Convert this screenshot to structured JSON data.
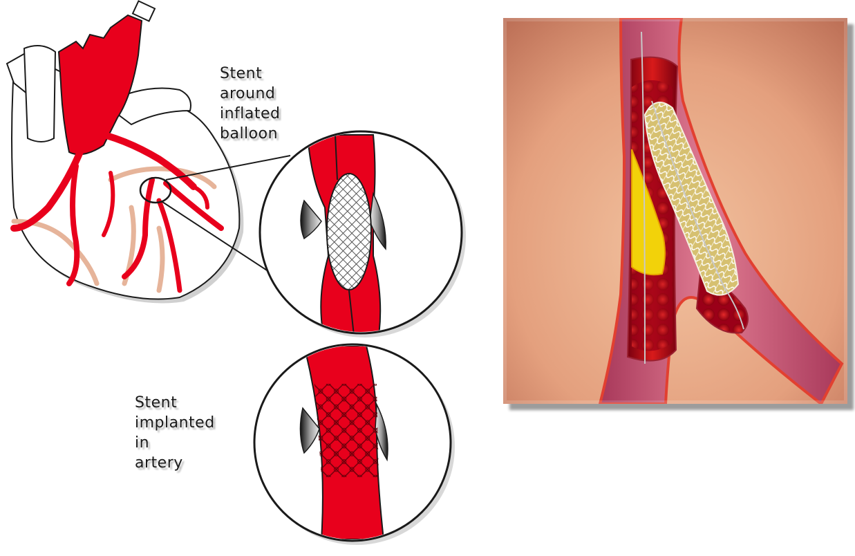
{
  "labels": {
    "top": "Stent\naround\ninflated\nballoon",
    "bottom": "Stent\nimplanted\nin\nartery"
  },
  "colors": {
    "artery_red": "#e8001c",
    "vein_tan": "#e6b49a",
    "plaque_yellow": "#f2d20a",
    "tissue_bg": "#e6a07c",
    "vessel_pink": "#d0607a"
  },
  "icons": [
    "heart-illustration",
    "magnifier-circle-balloon",
    "magnifier-circle-implanted",
    "artery-cutaway-illustration"
  ]
}
